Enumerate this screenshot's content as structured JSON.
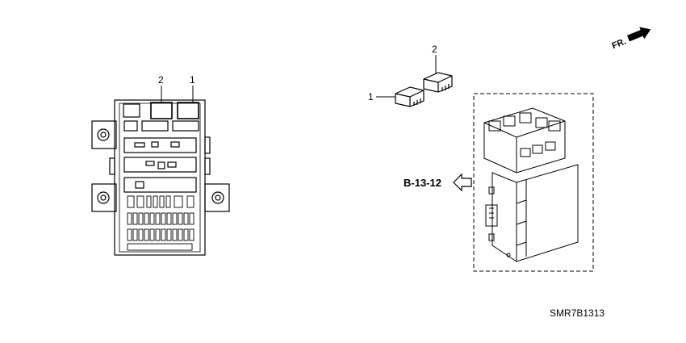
{
  "callouts": {
    "left_part_1": "1",
    "left_part_2": "2",
    "right_part_1": "1",
    "right_part_2": "2"
  },
  "front_indicator": "FR.",
  "reference": "B-13-12",
  "diagram_code": "SMR7B1313",
  "icons": {
    "front_arrow": "arrow-right-icon",
    "reference_arrow": "arrow-left-outline-icon"
  }
}
